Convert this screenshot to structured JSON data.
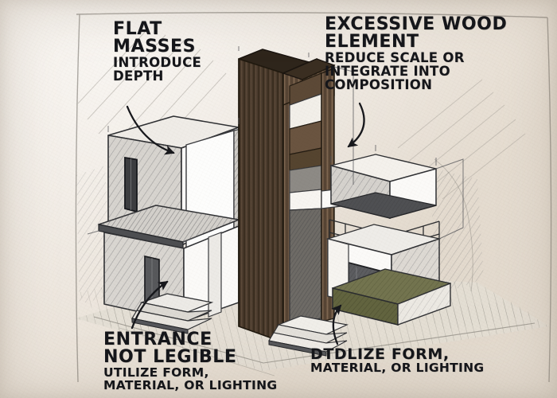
{
  "sheet": {
    "medium": "pencil-sketch",
    "paper_color": "#ece5dc",
    "ink_color": "#15161a",
    "subject": "modern two-storey house, three-quarter perspective"
  },
  "palette": {
    "paper": "#ece5dc",
    "pencil": "#3a3a3c",
    "ink_text": "#15161a",
    "wall_light": "#fbfaf8",
    "wall_shade": "#c9c6c2",
    "wood_dark": "#4a3a2c",
    "wood_mid": "#6b5440",
    "wood_light": "#8a705a",
    "olive_base": "#5e603f",
    "ground": "#d9d5cc"
  },
  "annotations": [
    {
      "id": "flat-masses",
      "head_line1": "FLAT",
      "head_line2": "MASSES",
      "sub_line1": "INTRODUCE",
      "sub_line2": "DEPTH",
      "arrow": "curved-arrow-down-right"
    },
    {
      "id": "excessive-wood",
      "head_line1": "EXCESSIVE  WOOD",
      "head_line2": "ELEMENT",
      "sub_line1": "REDUCE SCALE OR",
      "sub_line2": "INTEGRATE INTO",
      "sub_line3": "COMPOSITION",
      "arrow": "curved-arrow-down-left"
    },
    {
      "id": "entrance-not-legible",
      "head_line1": "ENTRANCE",
      "head_line2": "NOT LEGIBLE",
      "sub_line1": "UTILIZE FORM,",
      "sub_line2": "MATERIAL, OR LIGHTING",
      "arrow": "curved-arrow-up-right"
    },
    {
      "id": "base-utilize",
      "head_line1": "DTDLIZE FORM,",
      "sub_line1": "MATERIAL, OR LIGHTING",
      "arrow": "curved-arrow-up-right"
    }
  ],
  "drawing_elements": [
    {
      "name": "left-mass-upper",
      "material": "white render"
    },
    {
      "name": "left-mass-lower",
      "material": "white render"
    },
    {
      "name": "left-window-tall",
      "material": "dark glazing"
    },
    {
      "name": "central-wood-tower",
      "material": "vertical timber battens"
    },
    {
      "name": "wood-void-frame",
      "material": "recessed timber opening"
    },
    {
      "name": "right-mass-upper",
      "material": "white render"
    },
    {
      "name": "right-balcony-rail",
      "material": "thin steel railing"
    },
    {
      "name": "right-entry-recess",
      "material": "dark shadowed opening"
    },
    {
      "name": "olive-planter-base",
      "material": "olive stone / planting"
    },
    {
      "name": "entrance-steps",
      "material": "concrete treads"
    },
    {
      "name": "ground-plane",
      "material": "paving"
    },
    {
      "name": "cast-shadow",
      "material": "graphite hatching"
    }
  ]
}
